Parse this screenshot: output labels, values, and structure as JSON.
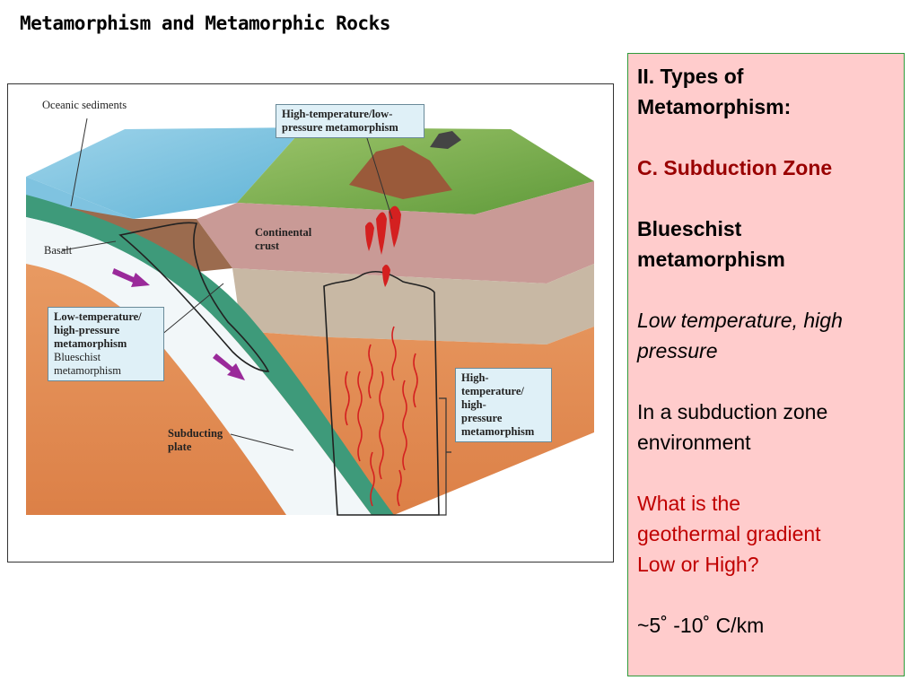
{
  "slide": {
    "title": "Metamorphism and Metamorphic Rocks"
  },
  "figure": {
    "labels": {
      "oceanic_sediments": "Oceanic sediments",
      "basalt": "Basalt",
      "continental_crust_1": "Continental",
      "continental_crust_2": "crust",
      "subducting_plate_1": "Subducting",
      "subducting_plate_2": "plate"
    },
    "boxes": {
      "high_temp_low_pressure": {
        "line1": "High-temperature/low-",
        "line2": "pressure metamorphism"
      },
      "low_temp_high_pressure": {
        "line1": "Low-temperature/",
        "line2": "high-pressure",
        "line3": "metamorphism",
        "line4": "Blueschist",
        "line5": "metamorphism"
      },
      "high_temp_high_pressure": {
        "line1": "High-",
        "line2": "temperature/",
        "line3": "high-",
        "line4": "pressure",
        "line5": "metamorphism"
      }
    }
  },
  "notes": {
    "heading_1": "II. Types of",
    "heading_2": "Metamorphism:",
    "subheading": "C. Subduction Zone",
    "type_1": "Blueschist",
    "type_2": "metamorphism",
    "conditions_1": "Low temperature, high",
    "conditions_2": "pressure",
    "environment_1": "In a subduction zone",
    "environment_2": "environment",
    "question_1": "What is the",
    "question_2": "geothermal gradient",
    "question_3": "Low or High?",
    "answer": "~5˚ -10˚ C/km"
  }
}
